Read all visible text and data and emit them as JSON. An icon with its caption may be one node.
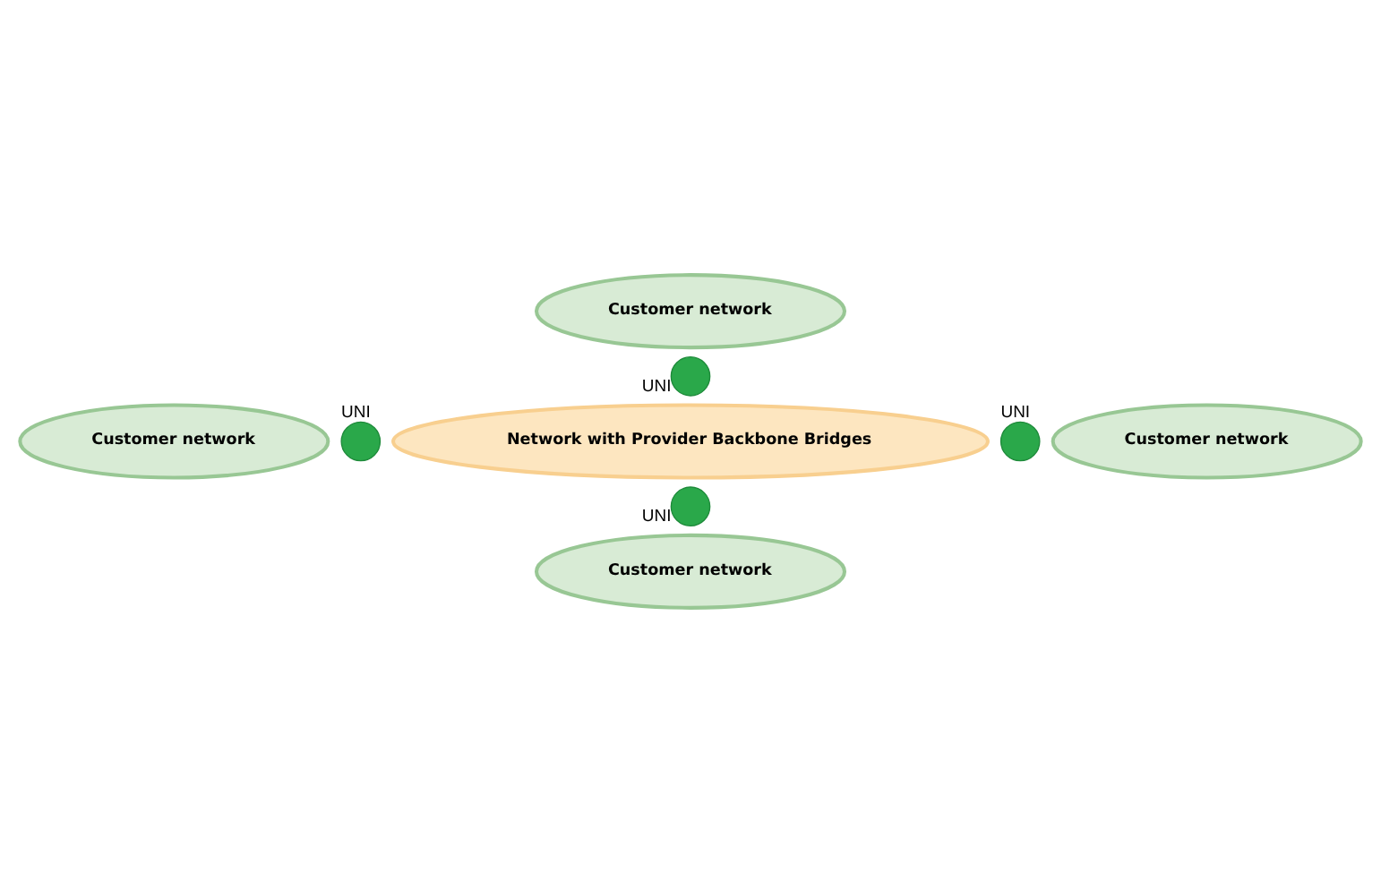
{
  "diagram": {
    "nodes": [
      {
        "text": [
          "Customer network"
        ]
      },
      {
        "text": [],
        "shape": "circle",
        "beside": [
          "UNI"
        ]
      },
      {
        "text": [
          "Customer network"
        ]
      },
      {
        "text": [],
        "shape": "circle",
        "beside": [
          "UNI"
        ]
      },
      {
        "text": [
          "Network with Provider Backbone Bridges"
        ]
      },
      {
        "text": [],
        "shape": "circle",
        "beside": [
          "UNI"
        ]
      },
      {
        "text": [
          "Customer network"
        ]
      },
      {
        "text": [],
        "shape": "circle",
        "beside": [
          "UNI"
        ]
      },
      {
        "text": [
          "Customer network"
        ]
      }
    ]
  }
}
